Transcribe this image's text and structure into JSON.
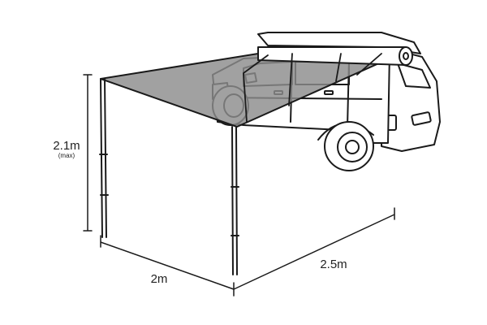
{
  "diagram": {
    "subject": "vehicle side awning",
    "colors": {
      "line": "#1a1a1a",
      "canopy": "#8c8c8c",
      "background": "#ffffff"
    },
    "dimensions": {
      "height": {
        "value": "2.1m",
        "note": "(max)"
      },
      "width": {
        "value": "2m"
      },
      "length": {
        "value": "2.5m"
      }
    }
  }
}
